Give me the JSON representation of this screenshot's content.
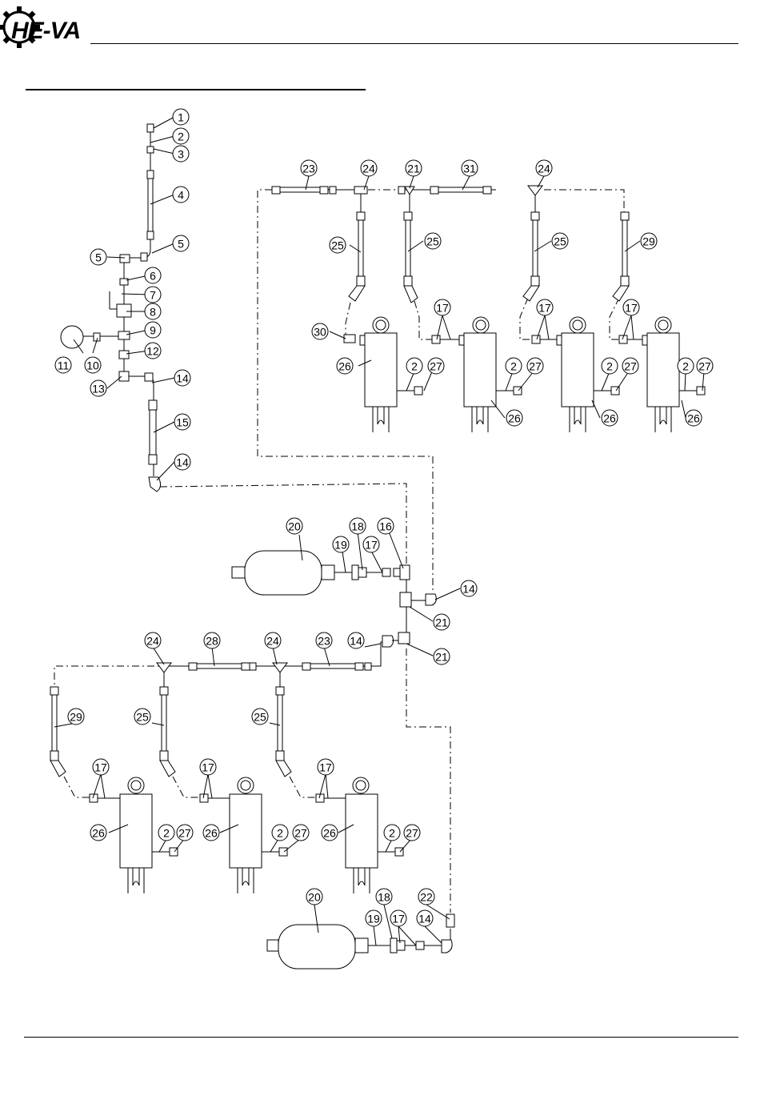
{
  "brand": {
    "logo_text": "HE-VA"
  },
  "callouts": [
    {
      "id": "c1",
      "label": "1"
    },
    {
      "id": "c2a",
      "label": "2"
    },
    {
      "id": "c3",
      "label": "3"
    },
    {
      "id": "c4",
      "label": "4"
    },
    {
      "id": "c5a",
      "label": "5"
    },
    {
      "id": "c5b",
      "label": "5"
    },
    {
      "id": "c6",
      "label": "6"
    },
    {
      "id": "c7",
      "label": "7"
    },
    {
      "id": "c8",
      "label": "8"
    },
    {
      "id": "c9",
      "label": "9"
    },
    {
      "id": "c10",
      "label": "10"
    },
    {
      "id": "c11",
      "label": "11"
    },
    {
      "id": "c12",
      "label": "12"
    },
    {
      "id": "c13",
      "label": "13"
    },
    {
      "id": "c14a",
      "label": "14"
    },
    {
      "id": "c15",
      "label": "15"
    },
    {
      "id": "c14b",
      "label": "14"
    },
    {
      "id": "c23a",
      "label": "23"
    },
    {
      "id": "c24a",
      "label": "24"
    },
    {
      "id": "c21a",
      "label": "21"
    },
    {
      "id": "c31",
      "label": "31"
    },
    {
      "id": "c24b",
      "label": "24"
    },
    {
      "id": "c25a",
      "label": "25"
    },
    {
      "id": "c25b",
      "label": "25"
    },
    {
      "id": "c25c",
      "label": "25"
    },
    {
      "id": "c29a",
      "label": "29"
    },
    {
      "id": "c17a",
      "label": "17"
    },
    {
      "id": "c17b",
      "label": "17"
    },
    {
      "id": "c17c",
      "label": "17"
    },
    {
      "id": "c30",
      "label": "30"
    },
    {
      "id": "c26a",
      "label": "26"
    },
    {
      "id": "c2b",
      "label": "2"
    },
    {
      "id": "c27a",
      "label": "27"
    },
    {
      "id": "c2c",
      "label": "2"
    },
    {
      "id": "c27b",
      "label": "27"
    },
    {
      "id": "c2d",
      "label": "2"
    },
    {
      "id": "c27c",
      "label": "27"
    },
    {
      "id": "c2e",
      "label": "2"
    },
    {
      "id": "c27d",
      "label": "27"
    },
    {
      "id": "c26b",
      "label": "26"
    },
    {
      "id": "c26c",
      "label": "26"
    },
    {
      "id": "c26d",
      "label": "26"
    },
    {
      "id": "c20a",
      "label": "20"
    },
    {
      "id": "c19a",
      "label": "19"
    },
    {
      "id": "c18a",
      "label": "18"
    },
    {
      "id": "c17d",
      "label": "17"
    },
    {
      "id": "c16",
      "label": "16"
    },
    {
      "id": "c14c",
      "label": "14"
    },
    {
      "id": "c21b",
      "label": "21"
    },
    {
      "id": "c24c",
      "label": "24"
    },
    {
      "id": "c28",
      "label": "28"
    },
    {
      "id": "c24d",
      "label": "24"
    },
    {
      "id": "c23b",
      "label": "23"
    },
    {
      "id": "c14d",
      "label": "14"
    },
    {
      "id": "c21c",
      "label": "21"
    },
    {
      "id": "c29b",
      "label": "29"
    },
    {
      "id": "c25d",
      "label": "25"
    },
    {
      "id": "c25e",
      "label": "25"
    },
    {
      "id": "c17e",
      "label": "17"
    },
    {
      "id": "c17f",
      "label": "17"
    },
    {
      "id": "c17g",
      "label": "17"
    },
    {
      "id": "c26e",
      "label": "26"
    },
    {
      "id": "c2f",
      "label": "2"
    },
    {
      "id": "c27e",
      "label": "27"
    },
    {
      "id": "c26f",
      "label": "26"
    },
    {
      "id": "c2g",
      "label": "2"
    },
    {
      "id": "c27f",
      "label": "27"
    },
    {
      "id": "c26g",
      "label": "26"
    },
    {
      "id": "c2h",
      "label": "2"
    },
    {
      "id": "c27g",
      "label": "27"
    },
    {
      "id": "c20b",
      "label": "20"
    },
    {
      "id": "c22",
      "label": "22"
    },
    {
      "id": "c19b",
      "label": "19"
    },
    {
      "id": "c18b",
      "label": "18"
    },
    {
      "id": "c17h",
      "label": "17"
    },
    {
      "id": "c14e",
      "label": "14"
    }
  ]
}
